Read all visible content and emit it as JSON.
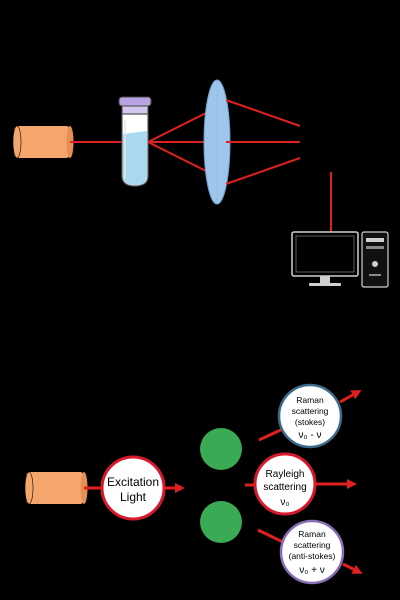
{
  "colors": {
    "background": "#000000",
    "beam_red": "#e0201e",
    "laser_body": "#f5a66c",
    "lens": "#9dc6ea",
    "molecule_green": "#3aaa55",
    "excitation_border": "#d8182b",
    "rayleigh_border": "#d8182b",
    "stokes_border": "#3d6a8a",
    "antistokes_border": "#8a6fb5",
    "vial_cap": "#b9a3e2",
    "vial_liquid": "#a9d9ee"
  },
  "icons": {
    "laser_top": "laser-source-icon",
    "sample": "sample-vial-icon",
    "lens": "lens-icon",
    "computer": "computer-tower-icon",
    "monitor": "monitor-icon",
    "laser_bottom": "laser-source-icon",
    "molecule": "molecule-circle-icon",
    "arrow": "arrow-right-icon"
  },
  "bubbles": {
    "excitation": {
      "line1": "Excitation",
      "line2": "Light"
    },
    "rayleigh": {
      "line1": "Rayleigh",
      "line2": "scattering",
      "line3": "ν₀"
    },
    "stokes": {
      "line1": "Raman",
      "line2": "scattering",
      "line3": "(stokes)",
      "line4": "ν₀ -  ν"
    },
    "antistokes": {
      "line1": "Raman",
      "line2": "scattering",
      "line3": "(anti-stokes)",
      "line4": "ν₀ + ν"
    }
  }
}
